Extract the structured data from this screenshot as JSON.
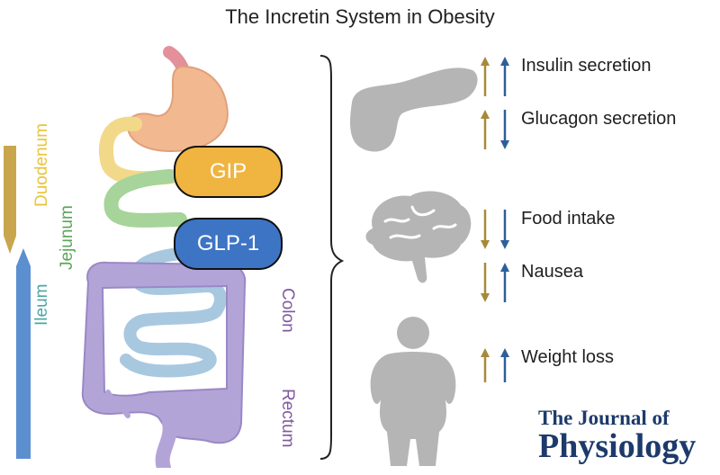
{
  "title": "The Incretin System in Obesity",
  "gut_labels": {
    "duodenum": "Duodenum",
    "jejunum": "Jejunum",
    "ileum": "Ileum",
    "colon": "Colon",
    "rectum": "Rectum"
  },
  "hormones": {
    "gip": "GIP",
    "glp1": "GLP-1"
  },
  "effects": [
    {
      "label": "Insulin secretion",
      "gip": "up",
      "glp1": "up"
    },
    {
      "label": "Glucagon secretion",
      "gip": "up",
      "glp1": "down"
    },
    {
      "label": "Food intake",
      "gip": "down",
      "glp1": "down"
    },
    {
      "label": "Nausea",
      "gip": "down",
      "glp1": "up"
    },
    {
      "label": "Weight loss",
      "gip": "up",
      "glp1": "up"
    }
  ],
  "journal": {
    "line1": "The Journal of",
    "line2": "Physiology"
  },
  "colors": {
    "gip": "#f0b440",
    "glp1": "#3d74c4",
    "gip_arrow": "#a68a3a",
    "glp1_arrow": "#2f5f9a",
    "duodenum": "#e8c43a",
    "jejunum": "#5aa55a",
    "ileum": "#4fa5a5",
    "colon": "#7e5aa0",
    "organ_gray": "#b5b5b5"
  }
}
